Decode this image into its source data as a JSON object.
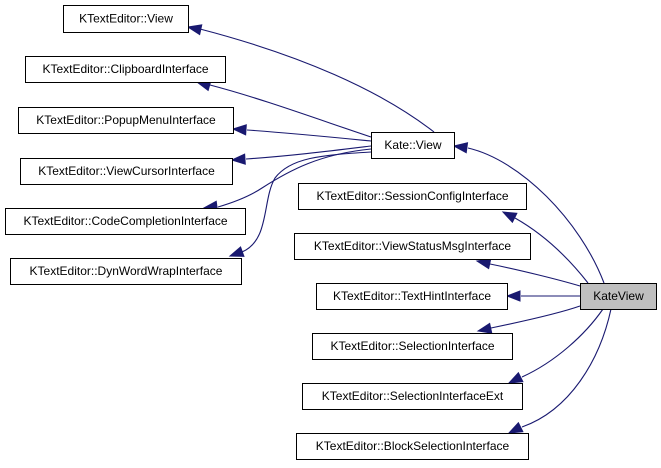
{
  "diagram": {
    "type": "inheritance-graph",
    "edge_color": "#191970",
    "focus_fill": "#bfbfbf",
    "nodes": [
      {
        "id": "ktexteditor-view",
        "label": "KTextEditor::View"
      },
      {
        "id": "clipboard-interface",
        "label": "KTextEditor::ClipboardInterface"
      },
      {
        "id": "popup-menu-interface",
        "label": "KTextEditor::PopupMenuInterface"
      },
      {
        "id": "view-cursor-interface",
        "label": "KTextEditor::ViewCursorInterface"
      },
      {
        "id": "code-completion-interface",
        "label": "KTextEditor::CodeCompletionInterface"
      },
      {
        "id": "dyn-word-wrap-interface",
        "label": "KTextEditor::DynWordWrapInterface"
      },
      {
        "id": "kate-view",
        "label": "Kate::View"
      },
      {
        "id": "session-config-interface",
        "label": "KTextEditor::SessionConfigInterface"
      },
      {
        "id": "view-status-msg-interface",
        "label": "KTextEditor::ViewStatusMsgInterface"
      },
      {
        "id": "text-hint-interface",
        "label": "KTextEditor::TextHintInterface"
      },
      {
        "id": "kateview",
        "label": "KateView",
        "focus": true
      },
      {
        "id": "selection-interface",
        "label": "KTextEditor::SelectionInterface"
      },
      {
        "id": "selection-interface-ext",
        "label": "KTextEditor::SelectionInterfaceExt"
      },
      {
        "id": "block-selection-interface",
        "label": "KTextEditor::BlockSelectionInterface"
      }
    ],
    "edges": [
      {
        "from": "kate-view",
        "to": "ktexteditor-view"
      },
      {
        "from": "kate-view",
        "to": "clipboard-interface"
      },
      {
        "from": "kate-view",
        "to": "popup-menu-interface"
      },
      {
        "from": "kate-view",
        "to": "view-cursor-interface"
      },
      {
        "from": "kate-view",
        "to": "code-completion-interface"
      },
      {
        "from": "kate-view",
        "to": "dyn-word-wrap-interface"
      },
      {
        "from": "kateview",
        "to": "kate-view"
      },
      {
        "from": "kateview",
        "to": "session-config-interface"
      },
      {
        "from": "kateview",
        "to": "view-status-msg-interface"
      },
      {
        "from": "kateview",
        "to": "text-hint-interface"
      },
      {
        "from": "kateview",
        "to": "selection-interface"
      },
      {
        "from": "kateview",
        "to": "selection-interface-ext"
      },
      {
        "from": "kateview",
        "to": "block-selection-interface"
      }
    ]
  }
}
